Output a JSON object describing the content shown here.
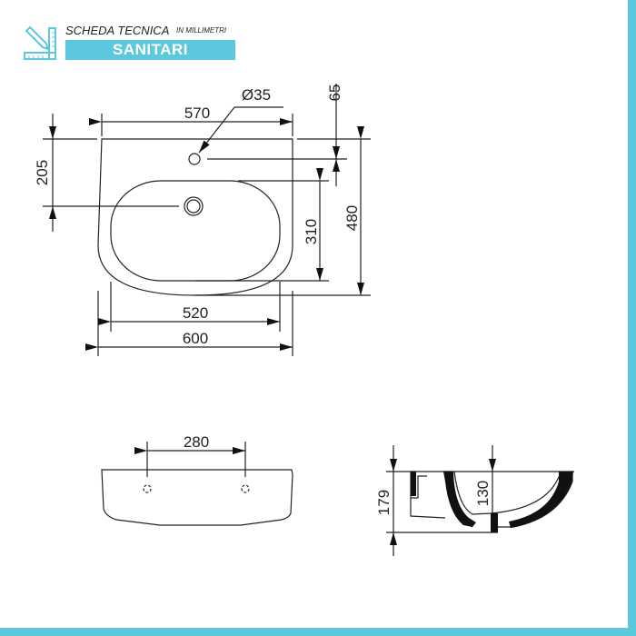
{
  "header": {
    "title": "SCHEDA TECNICA",
    "subtitle": "IN MILLIMETRI",
    "banner": "SANITARI",
    "logo_icon": "pencil-ruler-icon",
    "accent_color": "#5bc8dd"
  },
  "top_view": {
    "width_top": "570",
    "tap_hole_diameter": "Ø35",
    "tap_hole_offset": "65",
    "drain_offset": "205",
    "basin_depth": "310",
    "total_depth": "480",
    "basin_width": "520",
    "total_width": "600"
  },
  "front_view": {
    "fixing_holes_distance": "280"
  },
  "side_view": {
    "total_height": "179",
    "basin_height": "130"
  }
}
